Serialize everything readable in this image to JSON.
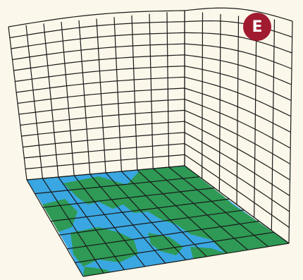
{
  "figure": {
    "badge_letter": "E"
  },
  "colors": {
    "background": "#fbf7ea",
    "ocean": "#3aa7e2",
    "land": "#2e9a55",
    "grid": "#1a1a1a",
    "badge": "#a01b2f"
  },
  "icons": [
    "badge-circle",
    "earth-surface-patch",
    "3d-grid-volume"
  ]
}
